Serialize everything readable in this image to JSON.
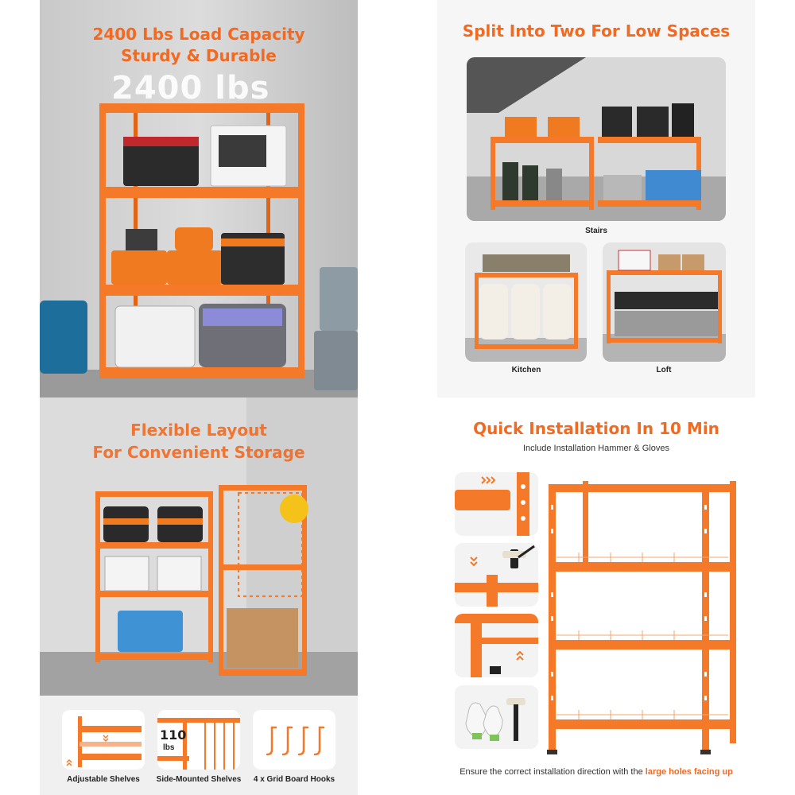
{
  "panels": {
    "load": {
      "title_line1": "2400 Lbs Load Capacity",
      "title_line2": "Sturdy & Durable",
      "big_text": "2400 lbs"
    },
    "split": {
      "title": "Split Into Two For Low Spaces",
      "captions": [
        "Stairs",
        "Kitchen",
        "Loft"
      ]
    },
    "flexible": {
      "title_line1": "Flexible Layout",
      "title_line2": "For Convenient Storage"
    },
    "install": {
      "title": "Quick Installation In 10 Min",
      "subtitle": "Include Installation Hammer & Gloves",
      "footer_text": "Ensure the correct installation direction with the ",
      "footer_highlight": "large holes facing up"
    },
    "features": {
      "items": [
        {
          "label": "Adjustable Shelves"
        },
        {
          "label": "Side-Mounted Shelves",
          "badge_value": "110",
          "badge_unit": "lbs"
        },
        {
          "label": "4 x Grid Board Hooks"
        }
      ]
    }
  },
  "colors": {
    "accent": "#f26a21",
    "shelf_orange": "#f47a2a",
    "text_dark": "#222222"
  }
}
